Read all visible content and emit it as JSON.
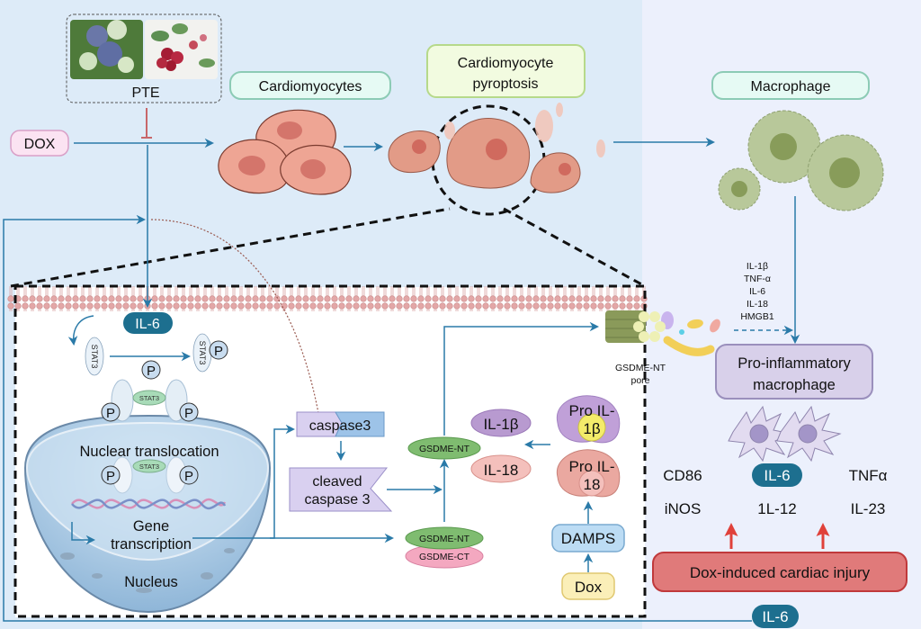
{
  "colors": {
    "bg_left": "#ddebf8",
    "bg_right": "#ecf0fc",
    "bg_inner": "#ffffff",
    "arrow": "#2a7aa8",
    "inhibit": "#c0393b",
    "il6_badge": "#1d6f8f",
    "cell_fill": "#e89b8a",
    "cell_nucleus": "#d66e62",
    "macrophage_fill": "#b8c89a",
    "macrophage_nucleus": "#889c5a",
    "pro_macrophage": "#d8d0ea",
    "injury_fill": "#e07a7a"
  },
  "top": {
    "pte_label": "PTE",
    "dox_label": "DOX",
    "cardiomyocytes_label": "Cardiomyocytes",
    "pyroptosis_label_line1": "Cardiomyocyte",
    "pyroptosis_label_line2": "pyroptosis",
    "macrophage_label": "Macrophage"
  },
  "signaling": {
    "il6_label": "IL-6",
    "stat3_label": "STAT3",
    "p_label": "P",
    "nuclear_translocation": "Nuclear translocation",
    "gene_line1": "Gene",
    "gene_line2": "transcription",
    "nucleus_label": "Nucleus"
  },
  "pyroptosis_pathway": {
    "caspase3": "caspase3",
    "cleaved_line1": "cleaved",
    "cleaved_line2": "caspase 3",
    "gsdme_nt": "GSDME-NT",
    "gsdme_ct": "GSDME-CT",
    "il1b": "IL-1β",
    "il18": "IL-18",
    "pro_il1b_line1": "Pro IL-",
    "pro_il1b_line2": "1β",
    "pro_il18_line1": "Pro IL-",
    "pro_il18_line2": "18",
    "damps": "DAMPS",
    "dox": "Dox",
    "pore_line1": "GSDME-NT",
    "pore_line2": "pore"
  },
  "macrophage_panel": {
    "cytokines": [
      "IL-1β",
      "TNF-α",
      "IL-6",
      "IL-18",
      "HMGB1"
    ],
    "pro_inflammatory_line1": "Pro-inflammatory",
    "pro_inflammatory_line2": "macrophage",
    "markers_row1": [
      "CD86",
      "IL-6",
      "TNFα"
    ],
    "markers_row2": [
      "iNOS",
      "1L-12",
      "IL-23"
    ],
    "injury_label": "Dox-induced cardiac injury",
    "bottom_il6": "IL-6"
  }
}
